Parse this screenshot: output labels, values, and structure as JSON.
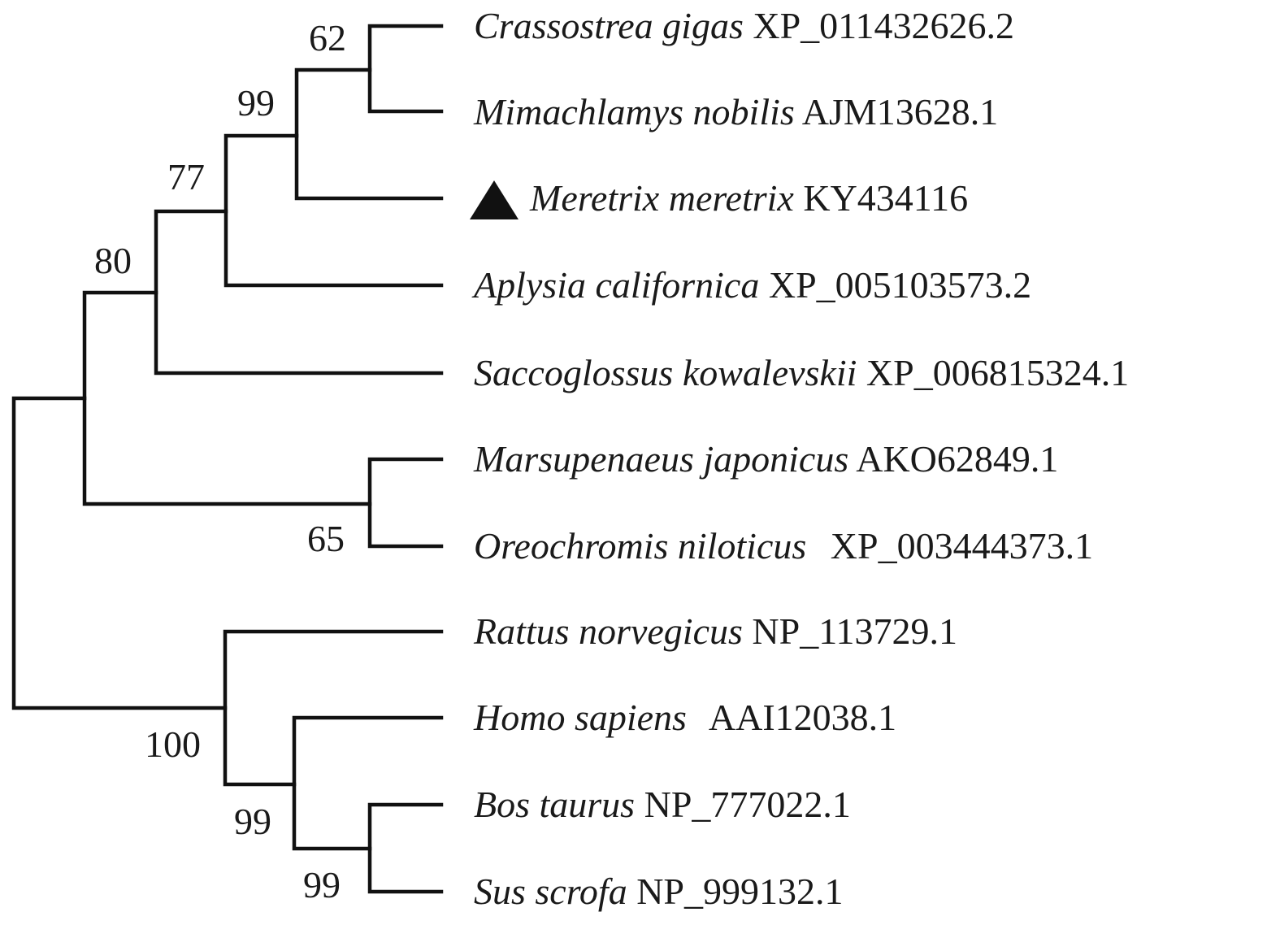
{
  "taxa": [
    {
      "species": "Crassostrea gigas",
      "accession": "XP_011432626.2"
    },
    {
      "species": "Mimachlamys nobilis",
      "accession": "AJM13628.1"
    },
    {
      "species": "Meretrix meretrix",
      "accession": "KY434116",
      "marker": "filled-triangle"
    },
    {
      "species": "Aplysia californica",
      "accession": "XP_005103573.2"
    },
    {
      "species": "Saccoglossus kowalevskii",
      "accession": "XP_006815324.1"
    },
    {
      "species": "Marsupenaeus japonicus",
      "accession": "AKO62849.1"
    },
    {
      "species": "Oreochromis niloticus",
      "accession": "XP_003444373.1"
    },
    {
      "species": "Rattus norvegicus",
      "accession": "NP_113729.1"
    },
    {
      "species": "Homo sapiens",
      "accession": "AAI12038.1"
    },
    {
      "species": "Bos taurus",
      "accession": "NP_777022.1"
    },
    {
      "species": "Sus scrofa",
      "accession": "NP_999132.1"
    }
  ],
  "bootstrap": {
    "crassostrea_mimachlamys": "62",
    "bivalve_clade": "99",
    "mollusc_clade": "77",
    "deuterostome_mollusc": "80",
    "marsupenaeus_oreochromis": "65",
    "mammals": "100",
    "homo_bos_sus": "99",
    "bos_sus": "99"
  }
}
